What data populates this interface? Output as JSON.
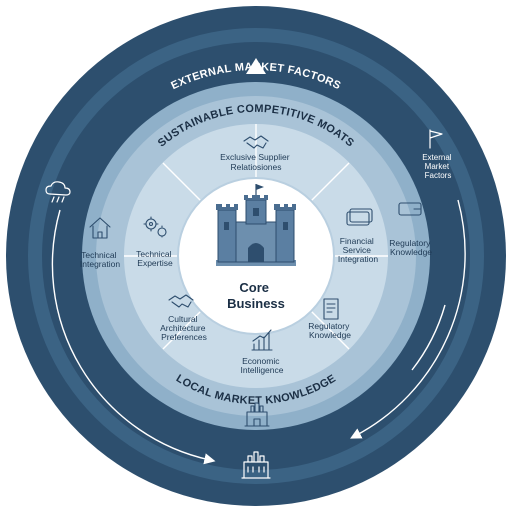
{
  "outer_ring": {
    "title": "EXTERNAL MARKET FACTORS",
    "side_label": [
      "External",
      "Market",
      "Factors"
    ]
  },
  "moats_ring": {
    "title": "SUSTAINABLE COMPETITIVE MOATS",
    "bottom_title": "LOCAL MARKET KNOWLEDGE"
  },
  "core": {
    "lines": [
      "Core",
      "Business"
    ]
  },
  "segments": {
    "supplier": [
      "Exclusive Supplier",
      "Relatiosiones"
    ],
    "financial": [
      "Financial",
      "Service",
      "Integration"
    ],
    "regulatory_inner": [
      "Regulatory",
      "Knowledge"
    ],
    "economic": [
      "Economic",
      "Intelligence"
    ],
    "cultural": [
      "Cultural",
      "Architecture",
      "Preferences"
    ],
    "technical_expertise": [
      "Technical",
      "Expertise"
    ],
    "technical_integration": [
      "Technical",
      "Integration"
    ],
    "regulatory_outer": [
      "Regulatory",
      "Knowledge"
    ]
  },
  "icons": [
    "storm-cloud-icon",
    "flag-icon",
    "handshake-icon",
    "gears-icon",
    "house-tools-icon",
    "money-icon",
    "wallet-scales-icon",
    "document-icon",
    "chart-icon",
    "castle-icon",
    "building-icon"
  ],
  "colors": {
    "outer": "#2d4f6e",
    "moats": "#8fb0c9",
    "segments": "#c9dbe8",
    "core": "#ffffff",
    "accent": "#1f3a55"
  }
}
